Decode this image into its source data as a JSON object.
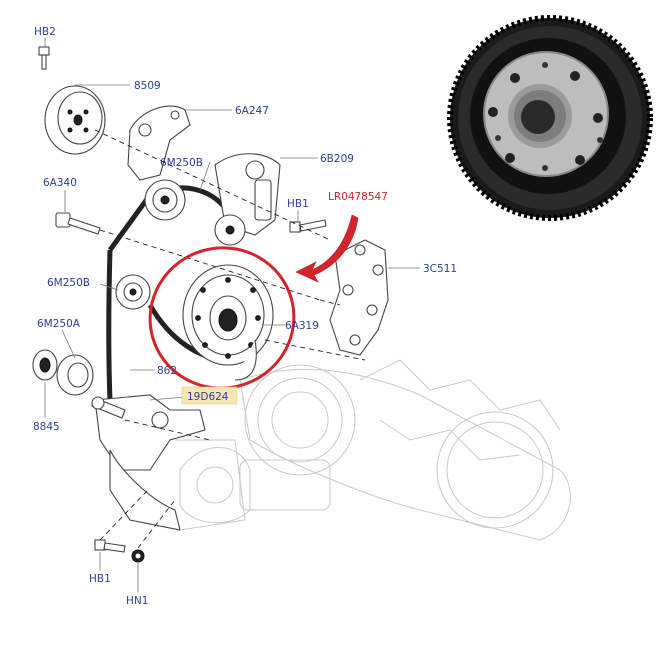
{
  "labels": {
    "hb2": "HB2",
    "p8509": "8509",
    "p6a247": "6A247",
    "p6m250b_top": "6M250B",
    "p6b209": "6B209",
    "p6a340": "6A340",
    "lr": "LR0478547",
    "hb1_top": "HB1",
    "p3c511": "3C511",
    "p6m250b_mid": "6M250B",
    "p6a319": "6A319",
    "p6m250a": "6M250A",
    "p862": "862",
    "p19d624": "19D624",
    "p8845": "8845",
    "hb1_bottom": "HB1",
    "hn1": "HN1"
  },
  "colors": {
    "label": "#2a3f9e",
    "highlight": "#d4242a",
    "callout_box": "#f6e7b0"
  },
  "icons": [
    "arrow-pointer-icon"
  ]
}
